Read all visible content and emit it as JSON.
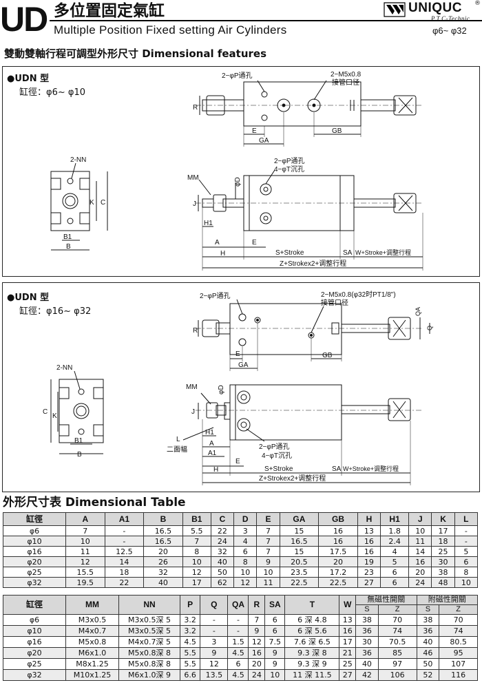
{
  "header": {
    "series": "UD",
    "title_zh": "多位置固定氣缸",
    "title_en": "Multiple Position Fixed setting Air Cylinders",
    "brand": "UNIQUC",
    "brand_mark": "®",
    "brand_tag": "P.T.C-Technic",
    "range": "φ6~ φ32"
  },
  "section_title": "雙動雙軸行程可調型外形尺寸  Dimensional features",
  "panel1": {
    "model": "●UDN 型",
    "bore_label": "缸徑：φ6~ φ10",
    "labels": {
      "p_hole": "2−φP通孔",
      "m5": "2−M5x0.8",
      "pipe": "接管口径",
      "r": "R",
      "e": "E",
      "ga": "GA",
      "gb": "GB",
      "nn": "2-NN",
      "k": "K",
      "c": "C",
      "b1": "B1",
      "b": "B",
      "p_hole2": "2−φP通孔",
      "t_hole": "4−φT沉孔",
      "mm": "MM",
      "d": "φD",
      "j": "J",
      "h1": "H1",
      "a": "A",
      "h": "H",
      "e2": "E",
      "s_stroke": "S+Stroke",
      "sa": "SA",
      "w_stroke": "W+Stroke+调整行程",
      "z_stroke": "Z+Strokex2+调整行程"
    }
  },
  "panel2": {
    "model": "●UDN 型",
    "bore_label": "缸徑：φ16~ φ32",
    "labels": {
      "p_hole": "2−φP通孔",
      "m5": "2−M5x0.8(φ32时PT1/8\")",
      "pipe": "接管口径",
      "r": "R",
      "e": "E",
      "ga": "GA",
      "gb": "GB",
      "qa": "QA",
      "q": "Q",
      "nn": "2-NN",
      "c": "C",
      "k": "K",
      "b1": "B1",
      "b": "B",
      "mm": "MM",
      "d": "φD",
      "j": "J",
      "l": "L",
      "flat": "二面幅",
      "h1": "H1",
      "a": "A",
      "a1": "A1",
      "h": "H",
      "p_hole2": "2−φP通孔",
      "t_hole": "4−φT沉孔",
      "e2": "E",
      "s_stroke": "S+Stroke",
      "sa": "SA",
      "w_stroke": "W+Stroke+调整行程",
      "z_stroke": "Z+Strokex2+调整行程"
    }
  },
  "table_title": "外形尺寸表  Dimensional Table",
  "table1": {
    "headers": [
      "缸徑",
      "A",
      "A1",
      "B",
      "B1",
      "C",
      "D",
      "E",
      "GA",
      "GB",
      "H",
      "H1",
      "J",
      "K",
      "L"
    ],
    "rows": [
      [
        "φ6",
        "7",
        "-",
        "16.5",
        "5.5",
        "22",
        "3",
        "7",
        "15",
        "16",
        "13",
        "1.8",
        "10",
        "17",
        "-"
      ],
      [
        "φ10",
        "10",
        "-",
        "16.5",
        "7",
        "24",
        "4",
        "7",
        "16.5",
        "16",
        "16",
        "2.4",
        "11",
        "18",
        "-"
      ],
      [
        "φ16",
        "11",
        "12.5",
        "20",
        "8",
        "32",
        "6",
        "7",
        "15",
        "17.5",
        "16",
        "4",
        "14",
        "25",
        "5"
      ],
      [
        "φ20",
        "12",
        "14",
        "26",
        "10",
        "40",
        "8",
        "9",
        "20.5",
        "20",
        "19",
        "5",
        "16",
        "30",
        "6"
      ],
      [
        "φ25",
        "15.5",
        "18",
        "32",
        "12",
        "50",
        "10",
        "10",
        "23.5",
        "17.2",
        "23",
        "6",
        "20",
        "38",
        "8"
      ],
      [
        "φ32",
        "19.5",
        "22",
        "40",
        "17",
        "62",
        "12",
        "11",
        "22.5",
        "22.5",
        "27",
        "6",
        "24",
        "48",
        "10"
      ]
    ]
  },
  "table2": {
    "headers": [
      "缸徑",
      "MM",
      "NN",
      "P",
      "Q",
      "QA",
      "R",
      "SA",
      "T",
      "W"
    ],
    "group_no_mag": "無磁性開關",
    "group_mag": "附磁性開關",
    "sub_headers": [
      "S",
      "Z",
      "S",
      "Z"
    ],
    "rows": [
      [
        "φ6",
        "M3x0.5",
        "M3x0.5深 5",
        "3.2",
        "-",
        "-",
        "7",
        "6",
        "6 深 4.8",
        "13",
        "38",
        "70",
        "38",
        "70"
      ],
      [
        "φ10",
        "M4x0.7",
        "M3x0.5深 5",
        "3.2",
        "-",
        "-",
        "9",
        "6",
        "6 深 5.6",
        "16",
        "36",
        "74",
        "36",
        "74"
      ],
      [
        "φ16",
        "M5x0.8",
        "M4x0.7深 5",
        "4.5",
        "3",
        "1.5",
        "12",
        "7.5",
        "7.6 深 6.5",
        "17",
        "30",
        "70.5",
        "40",
        "80.5"
      ],
      [
        "φ20",
        "M6x1.0",
        "M5x0.8深 8",
        "5.5",
        "9",
        "4.5",
        "16",
        "9",
        "9.3 深 8",
        "21",
        "36",
        "85",
        "46",
        "95"
      ],
      [
        "φ25",
        "M8x1.25",
        "M5x0.8深 8",
        "5.5",
        "12",
        "6",
        "20",
        "9",
        "9.3 深 9",
        "25",
        "40",
        "97",
        "50",
        "107"
      ],
      [
        "φ32",
        "M10x1.25",
        "M6x1.0深 9",
        "6.6",
        "13.5",
        "4.5",
        "24",
        "10",
        "11 深 11.5",
        "27",
        "42",
        "106",
        "52",
        "116"
      ]
    ]
  }
}
